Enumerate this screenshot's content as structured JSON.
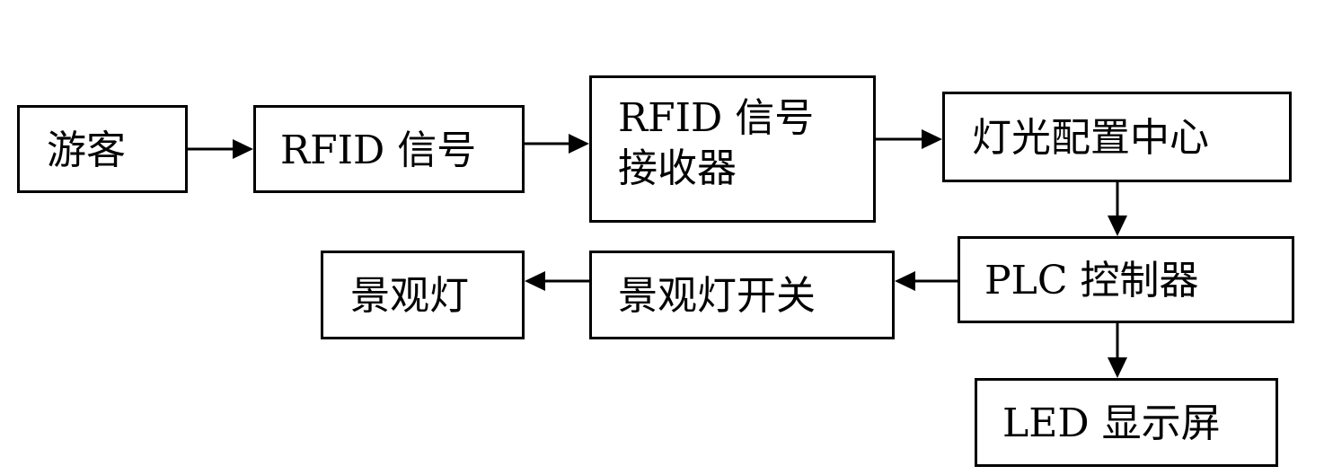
{
  "nodes": {
    "tourist": "游客",
    "rfid_signal": "RFID 信号",
    "rfid_receiver": "RFID 信号\n接收器",
    "lighting_center": "灯光配置中心",
    "plc_controller": "PLC 控制器",
    "landscape_switch": "景观灯开关",
    "landscape_light": "景观灯",
    "led_screen": "LED 显示屏"
  },
  "edges": [
    {
      "from": "tourist",
      "to": "rfid_signal"
    },
    {
      "from": "rfid_signal",
      "to": "rfid_receiver"
    },
    {
      "from": "rfid_receiver",
      "to": "lighting_center"
    },
    {
      "from": "lighting_center",
      "to": "plc_controller"
    },
    {
      "from": "plc_controller",
      "to": "landscape_switch"
    },
    {
      "from": "landscape_switch",
      "to": "landscape_light"
    },
    {
      "from": "plc_controller",
      "to": "led_screen"
    }
  ]
}
